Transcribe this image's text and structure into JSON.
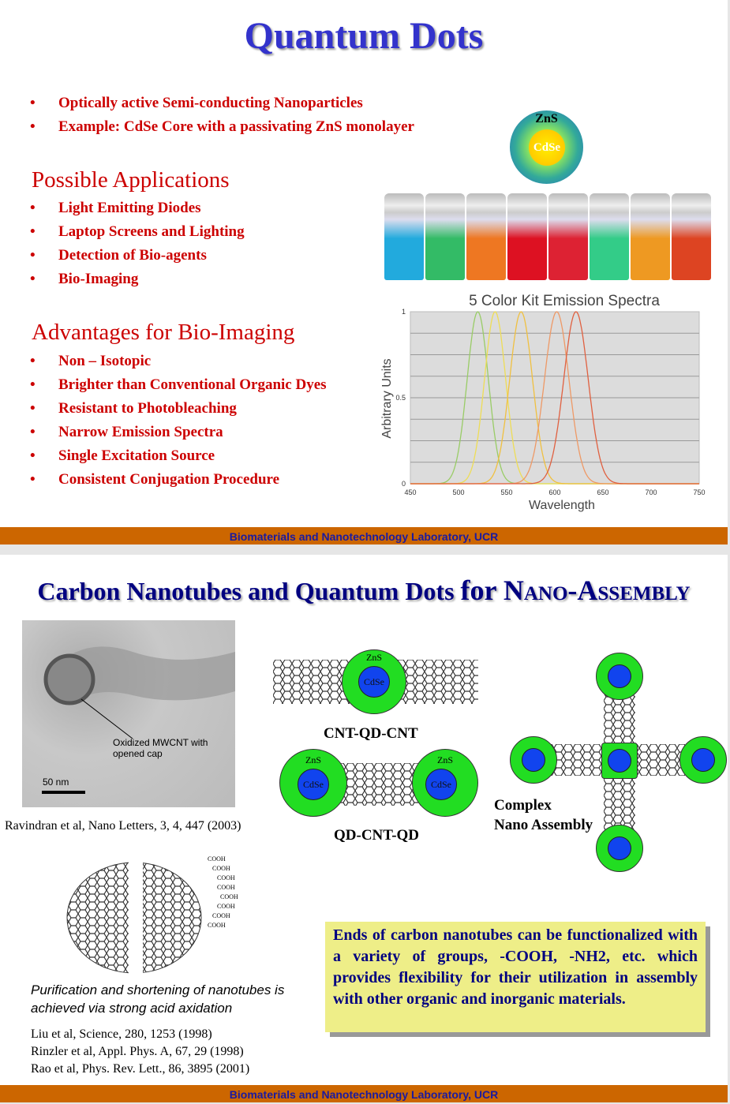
{
  "slide1": {
    "title": "Quantum Dots",
    "intro": [
      "Optically active Semi-conducting Nanoparticles",
      "Example: CdSe Core with a passivating ZnS monolayer"
    ],
    "applications_heading": "Possible Applications",
    "applications": [
      "Light Emitting Diodes",
      "Laptop Screens and Lighting",
      "Detection of Bio-agents",
      "Bio-Imaging"
    ],
    "advantages_heading": "Advantages for Bio-Imaging",
    "advantages": [
      "Non – Isotopic",
      "Brighter than Conventional  Organic Dyes",
      "Resistant to Photobleaching",
      "Narrow Emission Spectra",
      "Single Excitation Source",
      "Consistent Conjugation Procedure"
    ],
    "qd_shell": "ZnS",
    "qd_core": "CdSe",
    "vial_colors": [
      "#22aadd",
      "#33bb66",
      "#ee7722",
      "#dd1122",
      "#dd2233",
      "#33cc88",
      "#ee9922",
      "#dd4422"
    ],
    "footer": "Biomaterials and Nanotechnology Laboratory, UCR"
  },
  "chart_data": {
    "type": "line",
    "title": "5 Color Kit Emission Spectra",
    "xlabel": "Wavelength",
    "ylabel": "Arbitrary Units",
    "xlim": [
      450,
      750
    ],
    "ylim": [
      0,
      1
    ],
    "xticks": [
      "450",
      "500",
      "550",
      "600",
      "650",
      "700",
      "750"
    ],
    "yticks": [
      "0",
      "0.5",
      "1"
    ],
    "grid": true,
    "series": [
      {
        "name": "520 nm",
        "peak": 520,
        "fwhm": 26,
        "color": "#99cc66"
      },
      {
        "name": "538 nm",
        "peak": 538,
        "fwhm": 26,
        "color": "#eedd55"
      },
      {
        "name": "565 nm",
        "peak": 565,
        "fwhm": 28,
        "color": "#f0c040"
      },
      {
        "name": "602 nm",
        "peak": 602,
        "fwhm": 30,
        "color": "#ee9966"
      },
      {
        "name": "622 nm",
        "peak": 622,
        "fwhm": 30,
        "color": "#e06040"
      }
    ]
  },
  "slide2": {
    "title_a": "Carbon Nanotubes and Quantum Dots ",
    "title_b": "for ",
    "title_c": "Nano-Assembly",
    "tem_caption": "Oxidized MWCNT with opened cap",
    "scale_bar": "50 nm",
    "tem_ref": "Ravindran et al, Nano Letters, 3, 4, 447 (2003)",
    "zns": "ZnS",
    "cdse": "CdSe",
    "cnt_qd_cnt": "CNT-QD-CNT",
    "qd_cnt_qd": "QD-CNT-QD",
    "complex_1": "Complex",
    "complex_2": "Nano Assembly",
    "cooh": "COOH",
    "purification": "Purification and shortening of nanotubes is achieved via strong acid axidation",
    "refs": [
      "Liu et al, Science, 280, 1253 (1998)",
      "Rinzler et al, Appl. Phys. A, 67, 29 (1998)",
      "Rao et al, Phys. Rev. Lett., 86, 3895 (2001)"
    ],
    "note": "Ends of carbon nanotubes can be functionalized with a variety of groups, -COOH, -NH2, etc. which provides flexibility for their utilization in assembly with other organic and inorganic materials.",
    "footer": "Biomaterials and Nanotechnology Laboratory, UCR"
  }
}
